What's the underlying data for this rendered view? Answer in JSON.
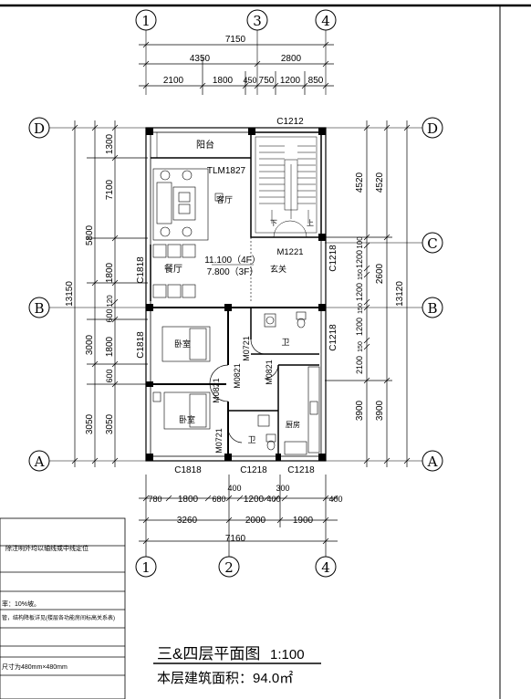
{
  "grid_axes": {
    "top": [
      "1",
      "3",
      "4"
    ],
    "bottom": [
      "1",
      "2",
      "4"
    ],
    "left": [
      "D",
      "B",
      "A"
    ],
    "right": [
      "D",
      "C",
      "B",
      "A"
    ]
  },
  "top_dims": {
    "overall": "7150",
    "row2": [
      "4350",
      "2800"
    ],
    "row3": [
      "2100",
      "1800",
      "450",
      "750",
      "1200",
      "850"
    ]
  },
  "bottom_dims": {
    "overall": "7160",
    "row2": [
      "3260",
      "2000",
      "1900"
    ],
    "row3": [
      "780",
      "1800",
      "680",
      "400",
      "1200",
      "400",
      "300",
      "400"
    ]
  },
  "left_dims": {
    "overall": "13150",
    "row2": [
      "5800",
      "3000",
      "3050"
    ],
    "row3": [
      "1300",
      "7100",
      "1800",
      "120",
      "600",
      "1800",
      "600",
      "3050"
    ]
  },
  "right_dims": {
    "overall": "13120",
    "row2": [
      "4520",
      "2600",
      "3900"
    ],
    "row3": [
      "4520",
      "100",
      "1200",
      "150",
      "1200",
      "150",
      "1200",
      "150",
      "2100",
      "3900"
    ]
  },
  "windows": {
    "top_stair": "C1212",
    "bottom": [
      "C1818",
      "C1218",
      "C1218"
    ],
    "left": [
      "C1818",
      "C1818"
    ],
    "right": [
      "C1218",
      "C1218"
    ]
  },
  "doors": [
    "TLM1827",
    "M1221",
    "M0721",
    "M0821",
    "M0821",
    "M0721",
    "M0821"
  ],
  "rooms": {
    "balcony": "阳台",
    "living": "客厅",
    "dining": "餐厅",
    "foyer": "玄关",
    "bedroom1": "卧室",
    "bedroom2": "卧室",
    "bath1": "卫",
    "bath2": "卫",
    "kitchen": "厨房",
    "stair_down": "下",
    "stair_up": "上"
  },
  "elevations": [
    "11.100（4F）",
    "7.800（3F）"
  ],
  "notes": [
    "除注明外均以轴线或中线定位",
    "率：10%坡。",
    "管，结构降板详见(楼层各功能房间标高关系表)",
    "尺寸为480mm×480mm"
  ],
  "title_block": {
    "title": "三&四层平面图",
    "scale": "1:100",
    "area": "本层建筑面积：94.0㎡"
  }
}
